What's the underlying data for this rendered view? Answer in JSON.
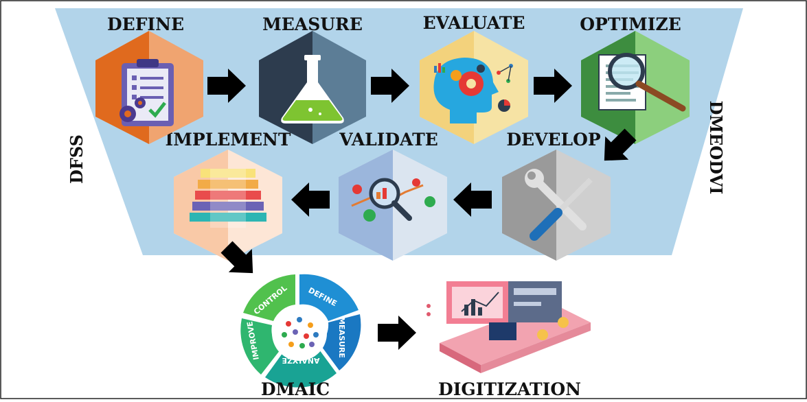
{
  "frame_labels": {
    "left": "DFSS",
    "right": "DMEODVI"
  },
  "stages": {
    "define": "DEFINE",
    "measure": "MEASURE",
    "evaluate": "EVALUATE",
    "optimize": "OPTIMIZE",
    "develop": "DEVELOP",
    "validate": "VALIDATE",
    "implement": "IMPLEMENT"
  },
  "dmaic": {
    "title": "DMAIC",
    "segments": {
      "define": "DEFINE",
      "measure": "MEASURE",
      "analyze": "ANALYZE",
      "improve": "IMPROVE",
      "control": "CONTROL"
    }
  },
  "digitization": {
    "title": "DIGITIZATION"
  },
  "colors": {
    "funnel": "#b2d4ea",
    "define": "#f0a470",
    "measure": "#5c7d96",
    "evaluate": "#f6e3a4",
    "optimize": "#5fae5a",
    "develop": "#b9b9b9",
    "validate": "#b7cce8",
    "implement": "#fbd7bf",
    "arrow": "#000000"
  }
}
